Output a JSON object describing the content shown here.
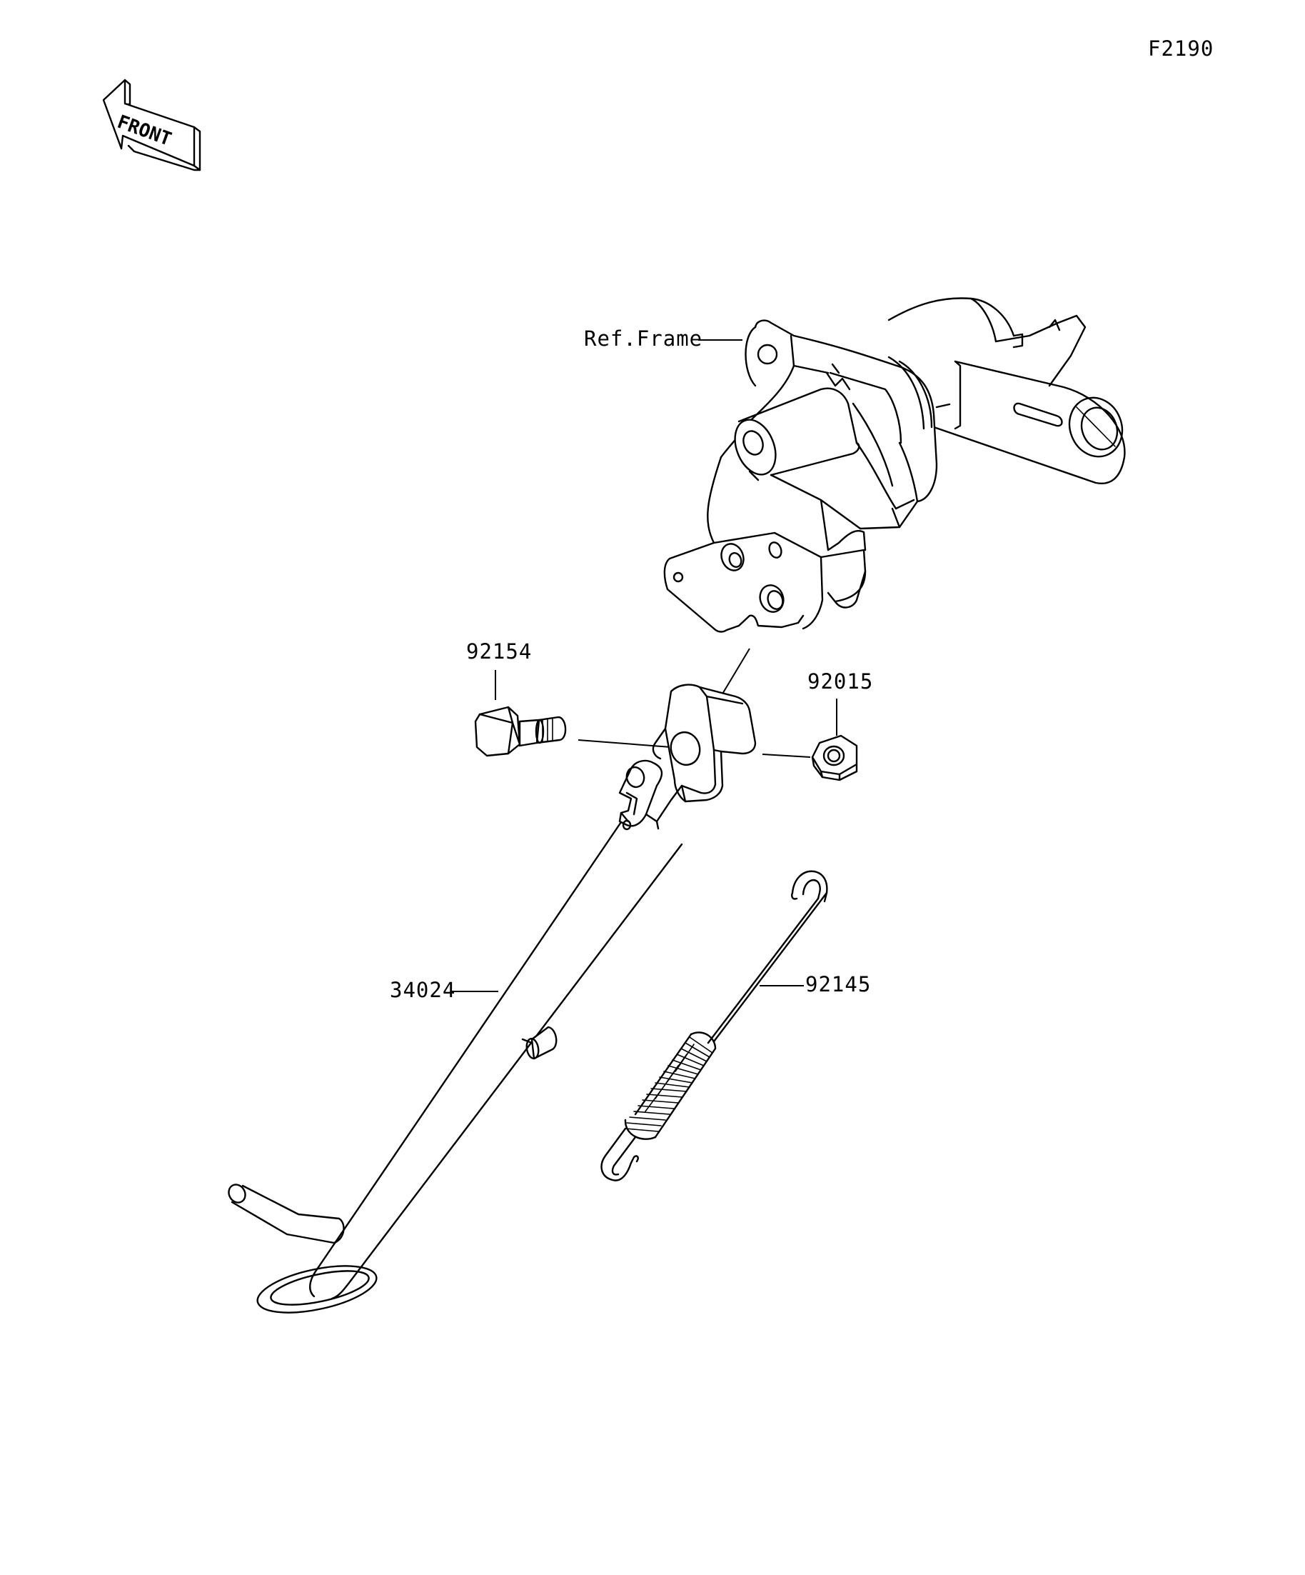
{
  "diagram_code": "F2190",
  "direction_label": "FRONT",
  "colors": {
    "line": "#000000",
    "background": "#ffffff"
  },
  "icons": [
    "front-arrow-icon"
  ],
  "parts": [
    {
      "id": "frame",
      "label": "Ref.Frame"
    },
    {
      "id": "bolt",
      "label": "92154"
    },
    {
      "id": "nut",
      "label": "92015"
    },
    {
      "id": "stand",
      "label": "34024"
    },
    {
      "id": "spring",
      "label": "92145"
    }
  ]
}
